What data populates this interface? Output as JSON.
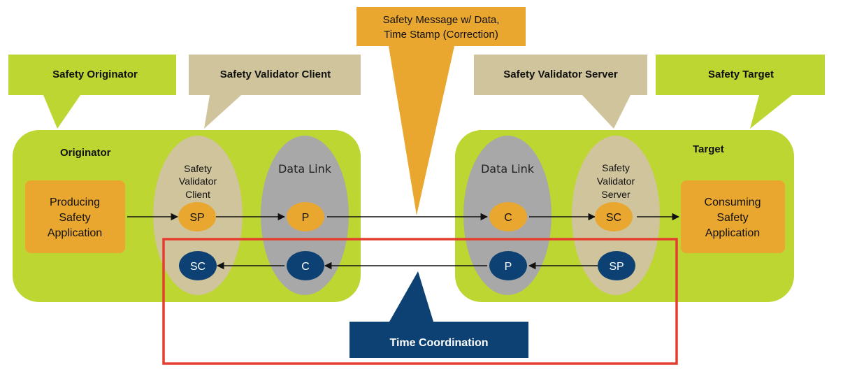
{
  "colors": {
    "green": "#bdd631",
    "tan": "#cfc49b",
    "gray": "#a8a8a8",
    "orange": "#eaa730",
    "navy": "#0d4173",
    "red": "#e53d2f"
  },
  "callouts": {
    "safety_originator": "Safety Originator",
    "safety_validator_client": "Safety Validator Client",
    "safety_message_line1": "Safety Message w/ Data,",
    "safety_message_line2": "Time Stamp (Correction)",
    "safety_validator_server": "Safety Validator Server",
    "safety_target": "Safety Target",
    "time_coordination": "Time Coordination"
  },
  "originator": {
    "title": "Originator",
    "app_line1": "Producing",
    "app_line2": "Safety",
    "app_line3": "Application",
    "client_line1": "Safety",
    "client_line2": "Validator",
    "client_line3": "Client",
    "data_link": "Data Link",
    "sp": "SP",
    "p": "P",
    "sc": "SC",
    "c": "C"
  },
  "target": {
    "title": "Target",
    "data_link": "Data Link",
    "server_line1": "Safety",
    "server_line2": "Validator",
    "server_line3": "Server",
    "app_line1": "Consuming",
    "app_line2": "Safety",
    "app_line3": "Application",
    "c": "C",
    "sc": "SC",
    "p": "P",
    "sp": "SP"
  }
}
